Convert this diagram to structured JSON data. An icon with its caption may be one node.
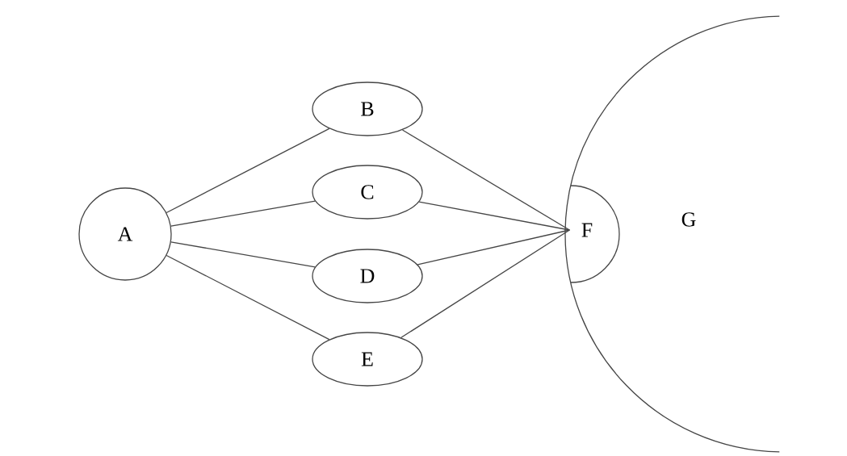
{
  "diagram": {
    "nodes": [
      {
        "text": [
          "A"
        ]
      },
      {
        "text": [
          "B"
        ]
      },
      {
        "text": [
          "C"
        ]
      },
      {
        "text": [
          "D"
        ]
      },
      {
        "text": [
          "E"
        ]
      },
      {
        "text": [
          "F"
        ]
      },
      {
        "text": [
          "G"
        ]
      }
    ],
    "edges": [
      {
        "from": 0,
        "to": 1,
        "arrow": "none"
      },
      {
        "from": 0,
        "to": 2,
        "arrow": "none"
      },
      {
        "from": 0,
        "to": 3,
        "arrow": "none"
      },
      {
        "from": 0,
        "to": 4,
        "arrow": "none"
      },
      {
        "from": 1,
        "to": 5,
        "arrow": "none"
      },
      {
        "from": 2,
        "to": 5,
        "arrow": "none"
      },
      {
        "from": 3,
        "to": 5,
        "arrow": "none"
      },
      {
        "from": 4,
        "to": 5,
        "arrow": "none"
      }
    ]
  }
}
